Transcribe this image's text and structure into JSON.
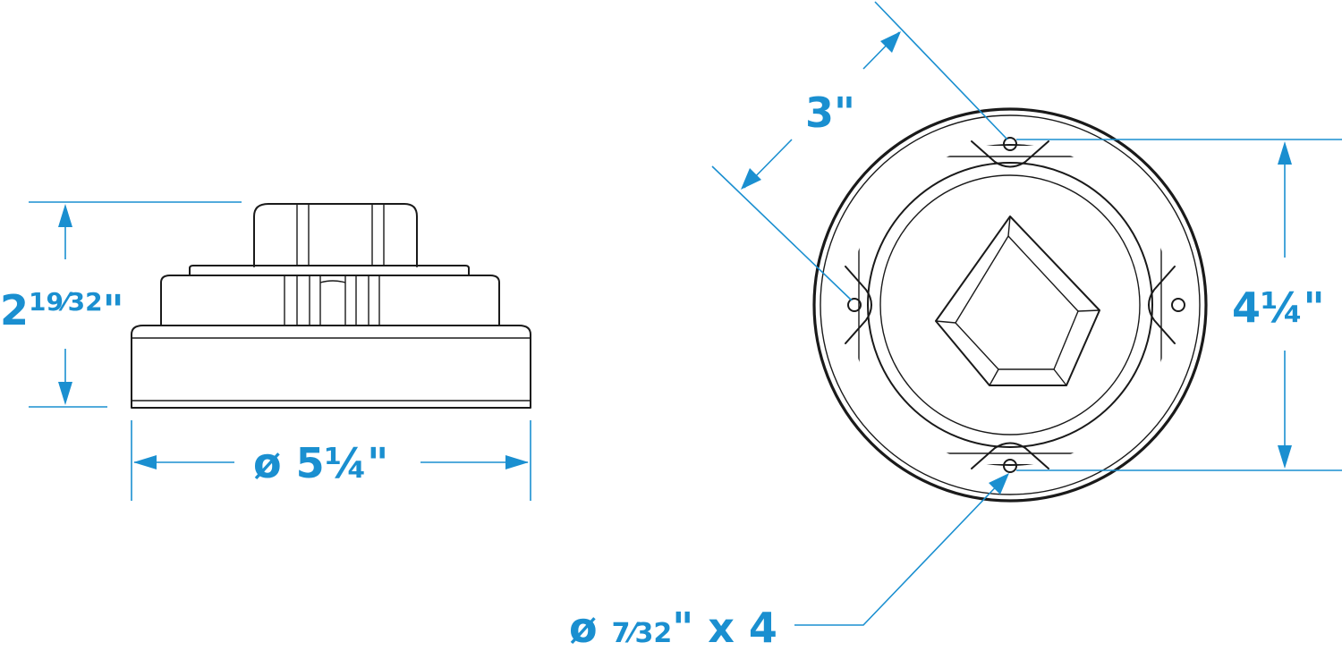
{
  "dimensions": {
    "height_main": "2",
    "height_frac": "19⁄32",
    "height_unit": "\"",
    "diameter_label": "ø 5¼\"",
    "bolt_circle_label": "3\"",
    "mount_height_label": "4¼\"",
    "hole_prefix": "ø ",
    "hole_frac": "7⁄32",
    "hole_suffix": "\" x 4"
  },
  "colors": {
    "dimension": "#1a8fd0",
    "outline": "#1a1a1a",
    "background": "#ffffff"
  }
}
